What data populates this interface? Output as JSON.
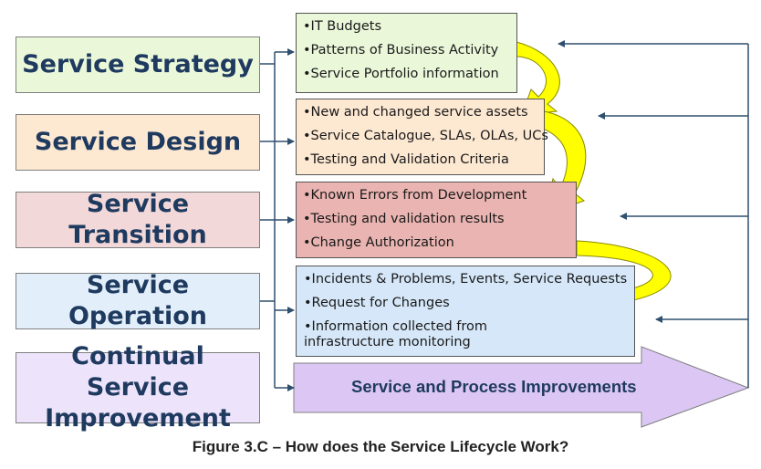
{
  "stages": [
    {
      "label": "Service Strategy",
      "fill": "#eaf7d9"
    },
    {
      "label": "Service Design",
      "fill": "#fde8d2"
    },
    {
      "label": "Service Transition",
      "fill": "#f2d8d8"
    },
    {
      "label": "Service Operation",
      "fill": "#e2effa"
    },
    {
      "label": "Continual Service Improvement",
      "fill": "#ede4fb"
    }
  ],
  "info_boxes": [
    {
      "fill": "#eaf7d9",
      "items": [
        "•IT Budgets",
        "•Patterns of Business Activity",
        "•Service Portfolio information"
      ]
    },
    {
      "fill": "#fde8d2",
      "items": [
        "•New and changed service assets",
        "•Service Catalogue, SLAs, OLAs, UCs",
        "•Testing and Validation Criteria"
      ]
    },
    {
      "fill": "#e9b4b1",
      "items": [
        "•Known Errors from Development",
        "•Testing and validation results",
        "•Change Authorization"
      ]
    },
    {
      "fill": "#d5e7f8",
      "items": [
        "•Incidents & Problems, Events, Service Requests",
        "•Request for Changes",
        "•Information collected from infrastructure monitoring"
      ]
    }
  ],
  "improvement_arrow": {
    "label": "Service and Process Improvements",
    "fill": "#dcc7f4"
  },
  "flow_arrow_color": "#ffff00",
  "caption": "Figure 3.C – How does the Service Lifecycle Work?"
}
